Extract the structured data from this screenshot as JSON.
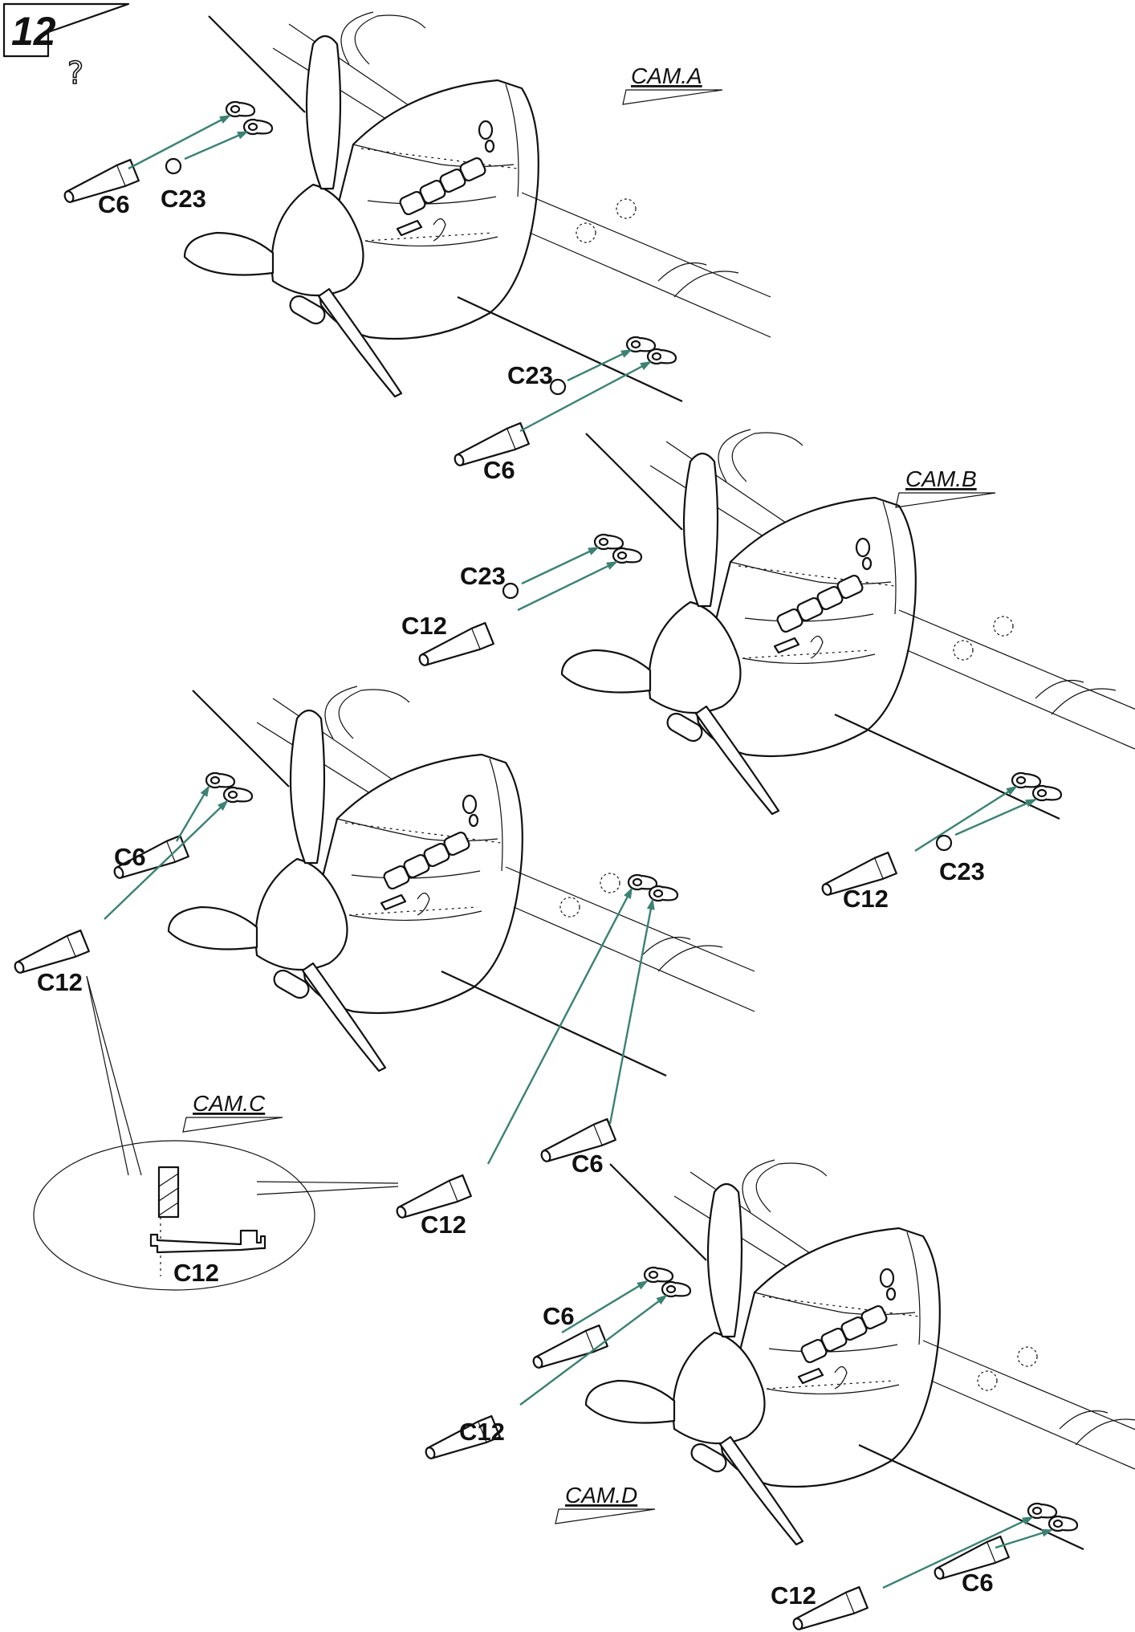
{
  "step_number": "12",
  "step_icon": "question-mark-icon",
  "accent_color": "#3b8273",
  "views": [
    {
      "id": "A",
      "camo_label": "CAM.A",
      "parts": [
        "C6",
        "C23",
        "C23",
        "C6"
      ]
    },
    {
      "id": "B",
      "camo_label": "CAM.B",
      "parts": [
        "C23",
        "C12",
        "C12",
        "C23"
      ]
    },
    {
      "id": "C",
      "camo_label": "CAM.C",
      "parts": [
        "C6",
        "C12",
        "C12",
        "C6"
      ],
      "detail_part": "C12"
    },
    {
      "id": "D",
      "camo_label": "CAM.D",
      "parts": [
        "C6",
        "C12",
        "C12",
        "C6"
      ]
    }
  ]
}
